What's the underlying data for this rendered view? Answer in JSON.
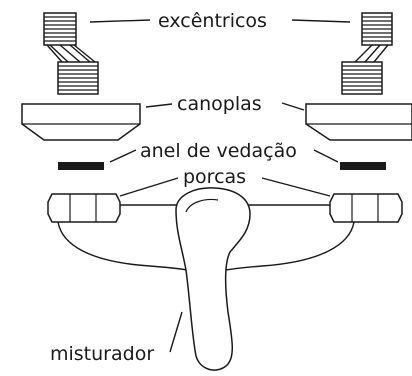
{
  "labels": {
    "eccentrics": "excêntricos",
    "escutcheons": "canoplas",
    "seal_ring": "anel de vedação",
    "nuts": "porcas",
    "mixer": "misturador"
  }
}
